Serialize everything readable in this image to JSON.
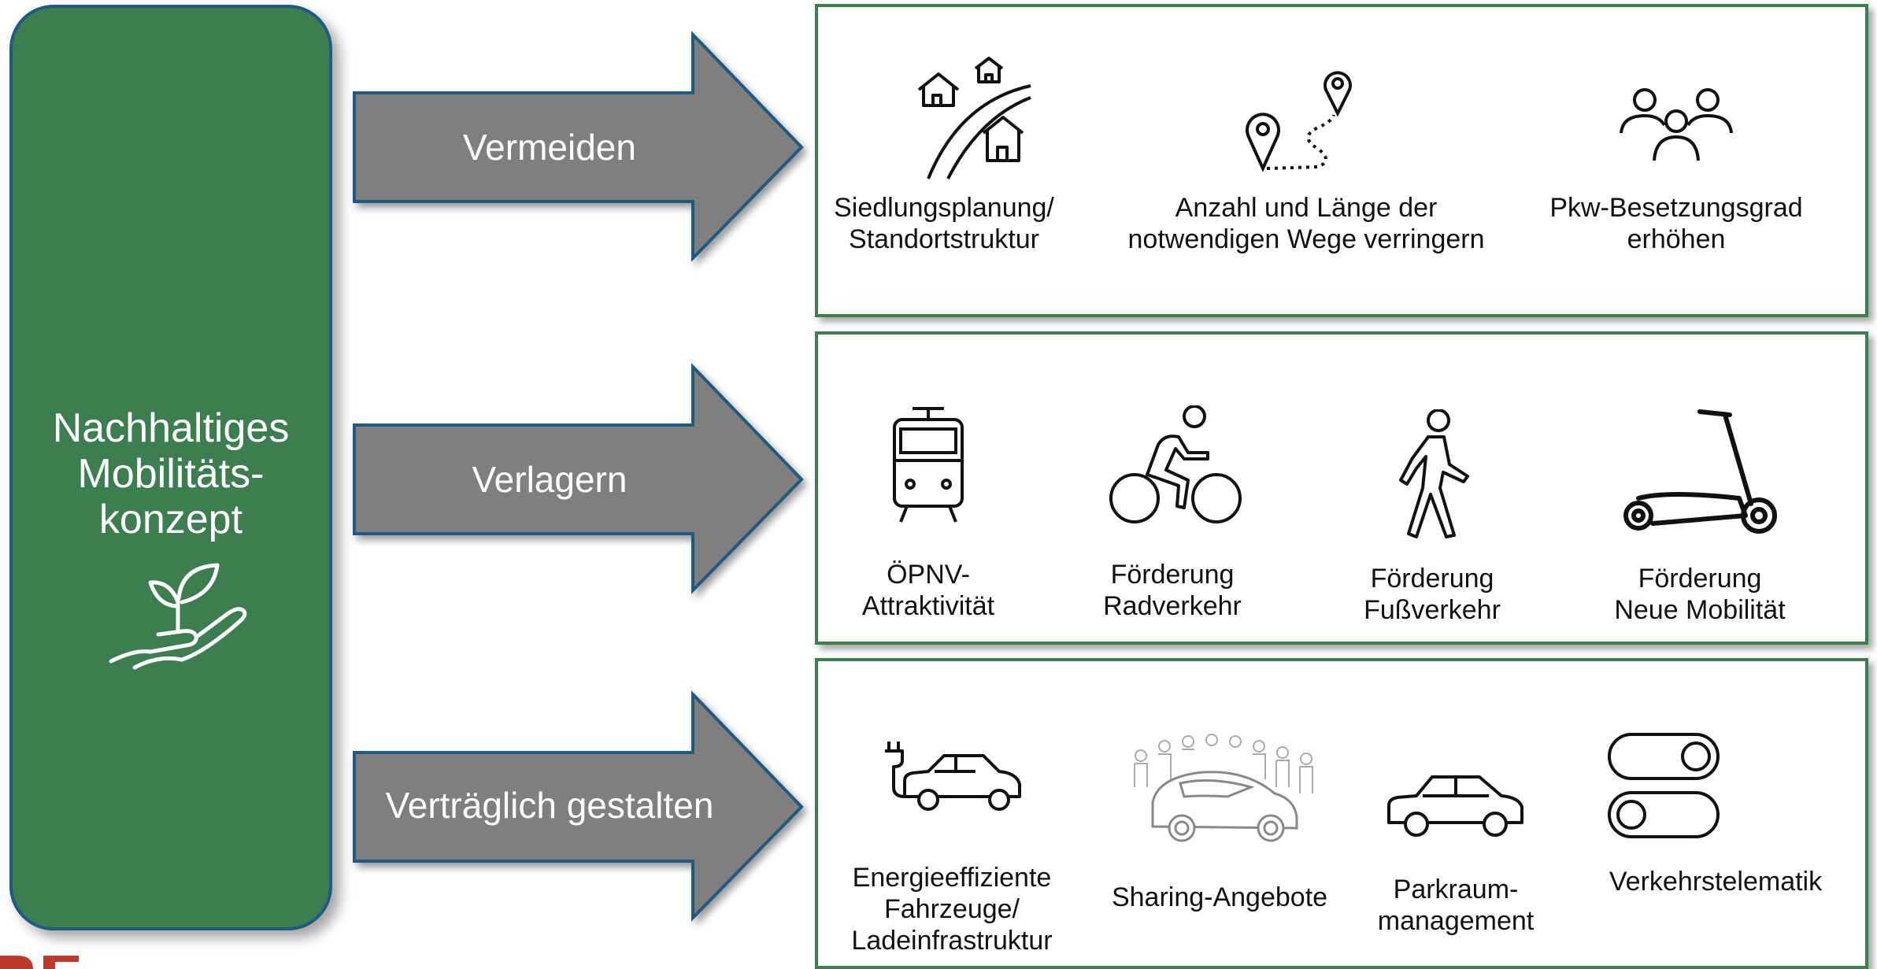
{
  "left_panel": {
    "title": "Nachhaltiges\nMobilitäts-\nkonzept",
    "icon": "plant-in-hand-icon",
    "color": "#3c7e4f"
  },
  "arrows": [
    {
      "label": "Vermeiden"
    },
    {
      "label": "Verlagern"
    },
    {
      "label": "Verträglich gestalten"
    }
  ],
  "rows": [
    {
      "items": [
        {
          "label": "Siedlungsplanung/\nStandortstruktur",
          "icon": "houses-road-icon"
        },
        {
          "label": "Anzahl und Länge der\nnotwendigen Wege verringern",
          "icon": "route-pins-icon"
        },
        {
          "label": "Pkw-Besetzungsgrad\nerhöhen",
          "icon": "people-group-icon"
        }
      ]
    },
    {
      "items": [
        {
          "label": "ÖPNV-\nAttraktivität",
          "icon": "tram-icon"
        },
        {
          "label": "Förderung\nRadverkehr",
          "icon": "cyclist-icon"
        },
        {
          "label": "Förderung\nFußverkehr",
          "icon": "pedestrian-icon"
        },
        {
          "label": "Förderung\nNeue Mobilität",
          "icon": "e-scooter-icon"
        }
      ]
    },
    {
      "items": [
        {
          "label": "Energieeffiziente\nFahrzeuge/\nLadeinfrastruktur",
          "icon": "electric-car-icon"
        },
        {
          "label": "Sharing-Angebote",
          "icon": "car-sharing-icon"
        },
        {
          "label": "Parkraum-\nmanagement",
          "icon": "car-icon"
        },
        {
          "label": "Verkehrstelematik",
          "icon": "toggle-switches-icon"
        }
      ]
    }
  ],
  "colors": {
    "arrow": "#7f7f7f",
    "arrow_border": "#1f5a80",
    "box_border": "#3c7e4f"
  }
}
